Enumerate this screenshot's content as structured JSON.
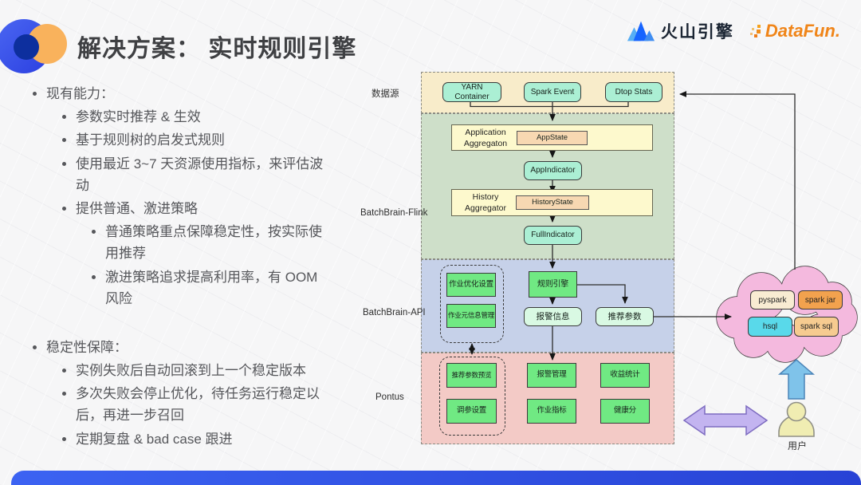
{
  "slide": {
    "title": "解决方案： 实时规则引擎",
    "brand": {
      "volcengine": "火山引擎",
      "datafun": "DataFun."
    }
  },
  "left_panel": {
    "sections": [
      {
        "heading": "现有能力：",
        "items": [
          {
            "text": "参数实时推荐 & 生效"
          },
          {
            "text": "基于规则树的启发式规则"
          },
          {
            "text": "使用最近 3~7 天资源使用指标，来评估波动"
          },
          {
            "text": "提供普通、激进策略",
            "subitems": [
              {
                "text": "普通策略重点保障稳定性，按实际使用推荐"
              },
              {
                "text": "激进策略追求提高利用率，有 OOM 风险"
              }
            ]
          }
        ]
      },
      {
        "heading": "稳定性保障：",
        "items": [
          {
            "text": "实例失败后自动回滚到上一个稳定版本"
          },
          {
            "text": "多次失败会停止优化，待任务运行稳定以后，再进一步召回"
          },
          {
            "text": "定期复盘 & bad case 跟进"
          }
        ]
      }
    ]
  },
  "diagram": {
    "layers": [
      {
        "label": "数据源"
      },
      {
        "label": "BatchBrain-Flink"
      },
      {
        "label": "BatchBrain-API"
      },
      {
        "label": "Pontus"
      }
    ],
    "datasource": {
      "yarn": "YARN Container",
      "spark_event": "Spark Event",
      "dtop": "Dtop Stats"
    },
    "flink": {
      "app_aggregator": "Application Aggregaton",
      "app_state": "AppState",
      "app_indicator": "AppIndicator",
      "history_aggregator": "History Aggregator",
      "history_state": "HistoryState",
      "full_indicator": "FullIndicator"
    },
    "api": {
      "job_optimize_settings": "作业优化设置",
      "job_meta_management": "作业元信息管理",
      "rule_engine": "规则引擎",
      "alarm_info": "报警信息",
      "recommend_params": "推荐参数"
    },
    "pontus": {
      "param_preview": "推荐参数预览",
      "tuning_settings": "调参设置",
      "alarm_management": "报警管理",
      "job_metrics": "作业指标",
      "revenue_stats": "收益统计",
      "health_score": "健康分"
    },
    "cloud": {
      "pyspark": "pyspark",
      "spark_jar": "spark jar",
      "hsql": "hsql",
      "spark_sql": "spark sql"
    },
    "user_label": "用户"
  },
  "palette": {
    "brand_blue": "#1664ff",
    "datafun_orange": "#f08519",
    "layer_datasource": "#f8ecca",
    "layer_flink": "#cedfc9",
    "layer_api": "#c6d1e9",
    "layer_pontus": "#f3cac6",
    "node_teal": "#abefd4",
    "node_yellow": "#fdf9cd",
    "node_orange": "#f7d8b2",
    "node_green": "#70e983",
    "node_mint": "#d9f9e3",
    "cloud_pink": "#f4b9de",
    "footer_blue": "#2e52ee"
  }
}
